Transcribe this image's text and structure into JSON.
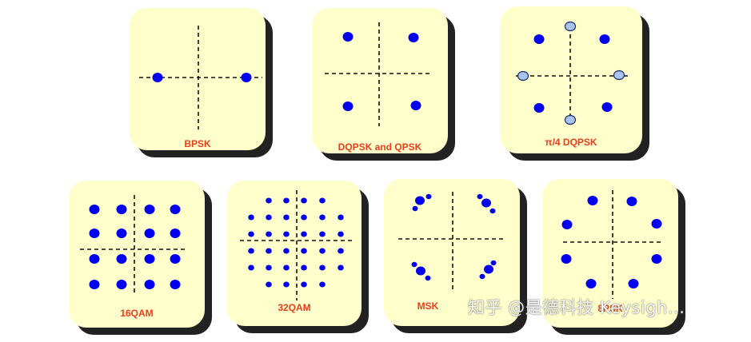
{
  "colors": {
    "card_fill": "#ffffcc",
    "card_shadow": "#222222",
    "symbol_dot": "#0000ee",
    "transition_dot": "#a9c4ee",
    "label_text": "#e8401c"
  },
  "panels": {
    "bpsk": {
      "label": "BPSK"
    },
    "dqpsk_qpsk": {
      "label": "DQPSK and QPSK"
    },
    "pi4_dqpsk": {
      "label": "π/4  DQPSK"
    },
    "qam16": {
      "label": "16QAM"
    },
    "qam32": {
      "label": "32QAM"
    },
    "msk": {
      "label": "MSK"
    },
    "eight_psk": {
      "label": "8PSK"
    }
  },
  "watermark": {
    "text": "知乎 @是德科技 Keysigh..."
  }
}
